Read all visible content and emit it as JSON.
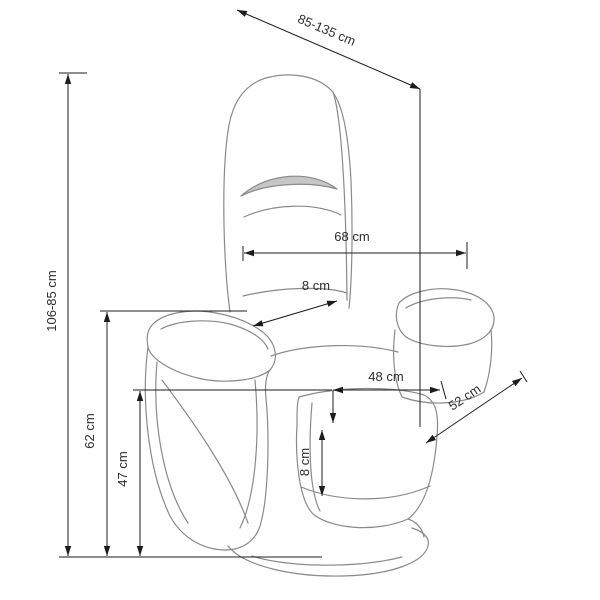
{
  "diagram": {
    "background": "#ffffff",
    "chair_line_color": "#8a8a8a",
    "dimension_line_color": "#1c1c1c",
    "text_color": "#2e2e2e",
    "dimensions": {
      "recline_length": "85-135 cm",
      "total_height": "106-85 cm",
      "armrest_height": "62 cm",
      "seat_height": "47 cm",
      "armrest_thickness": "8 cm",
      "backrest_width": "68 cm",
      "seat_width": "48 cm",
      "seat_depth": "52 cm",
      "footrest_thickness": "8 cm"
    }
  }
}
